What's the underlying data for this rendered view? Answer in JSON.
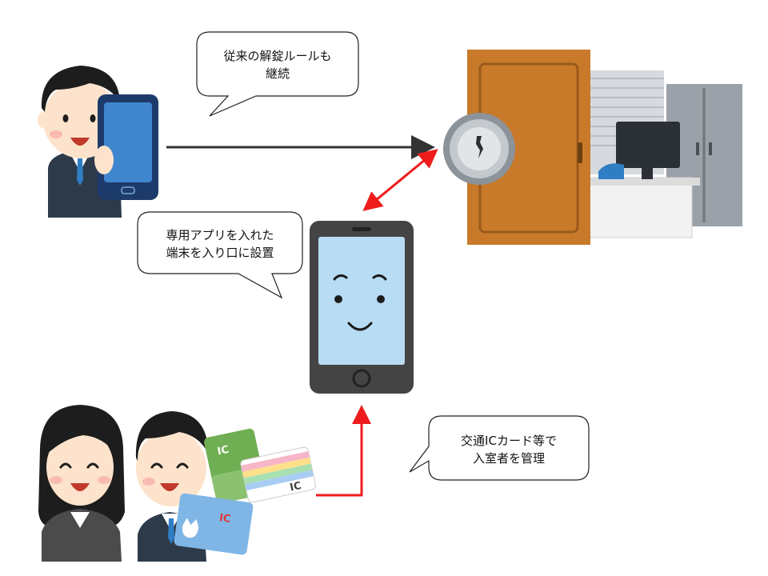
{
  "bubbles": {
    "top": {
      "line1": "従来の解錠ルールも",
      "line2": "継続"
    },
    "middle": {
      "line1": "専用アプリを入れた",
      "line2": "端末を入り口に設置"
    },
    "bottom": {
      "line1": "交通ICカード等で",
      "line2": "入室者を管理"
    }
  },
  "cards": {
    "green": "IC",
    "pastel": "IC",
    "blue": "IC"
  },
  "colors": {
    "arrow_black": "#333333",
    "arrow_red": "#ee1c1c",
    "door": "#c87a2a",
    "skin": "#fde3cb",
    "suit": "#2d3a4a",
    "phone_body": "#444444",
    "phone_screen": "#b9dcf5"
  },
  "icons": [
    "businessman-with-phone",
    "door-with-knob-lock",
    "office-room",
    "smartphone-face",
    "businesswoman",
    "businessman-with-ic-cards"
  ]
}
